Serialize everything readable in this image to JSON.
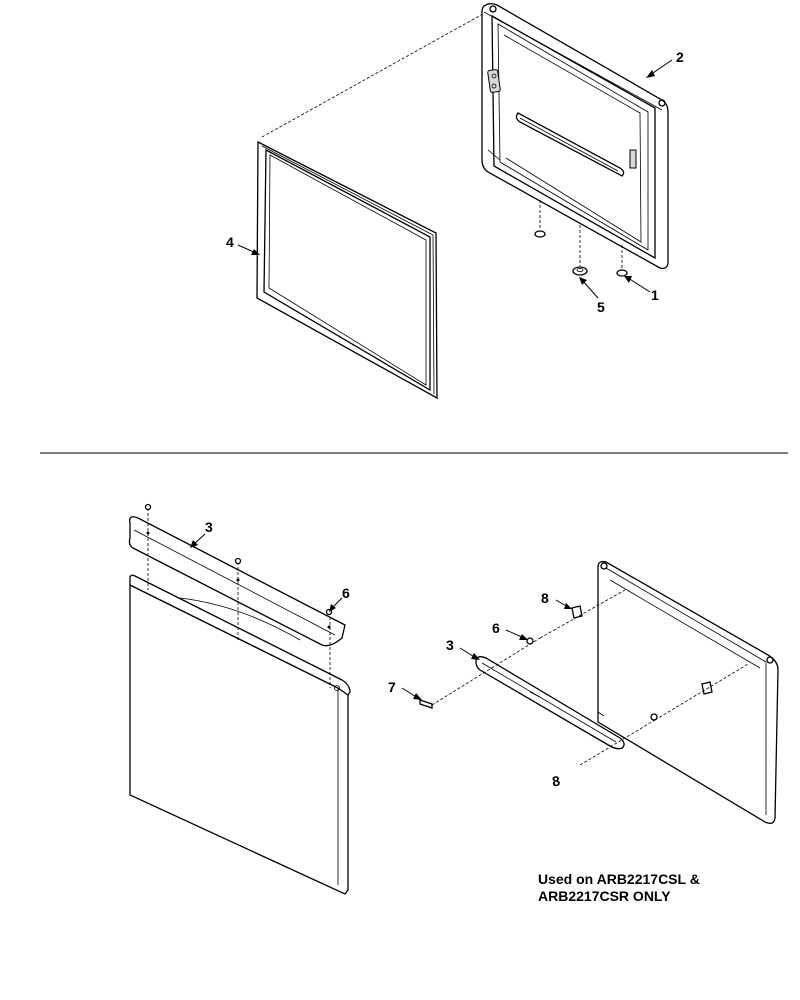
{
  "callouts": {
    "gasket_frame": "4",
    "freezer_door_liner": "2",
    "stop_plug_left": "5",
    "stop_plug_right": "1",
    "handle_top_left": "3",
    "screw_left": "6",
    "handle_right": "3",
    "screw_right": "6",
    "clip_top": "8",
    "clip_bottom": "8",
    "screw_handle_end": "7"
  },
  "note": {
    "line1": "Used on ARB2217CSL &",
    "line2": "ARB2217CSR ONLY"
  },
  "colors": {
    "line": "#000000",
    "background": "#ffffff",
    "shade": "#d9d9d9"
  }
}
